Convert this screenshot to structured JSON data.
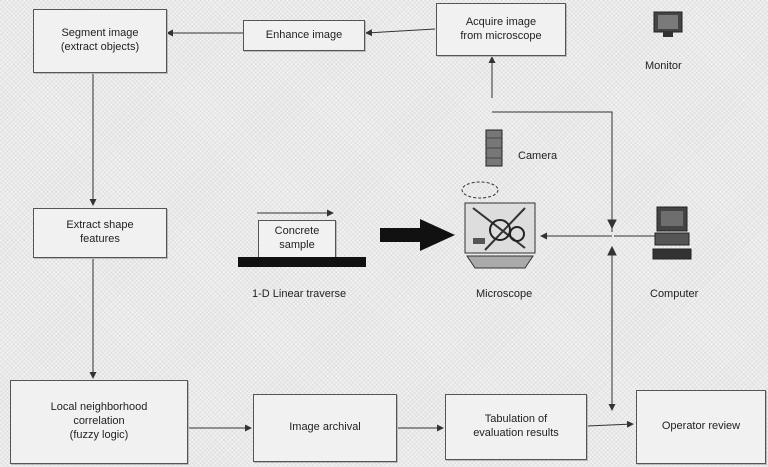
{
  "nodes": {
    "segment": [
      "Segment image",
      "(extract objects)"
    ],
    "enhance": [
      "Enhance image"
    ],
    "acquire": [
      "Acquire image",
      "from microscope"
    ],
    "extract": [
      "Extract shape",
      "features"
    ],
    "local": [
      "Local neighborhood",
      "correlation",
      "(fuzzy logic)"
    ],
    "archival": [
      "Image archival"
    ],
    "tabulation": [
      "Tabulation of",
      "evaluation results"
    ],
    "operator": [
      "Operator review"
    ],
    "sample": [
      "Concrete",
      "sample"
    ]
  },
  "labels": {
    "monitor": "Monitor",
    "camera": "Camera",
    "traverse": "1-D Linear traverse",
    "microscope": "Microscope",
    "computer": "Computer"
  },
  "icons": [
    "monitor-icon",
    "camera-icon",
    "microscope-icon",
    "computer-icon",
    "stage-icon",
    "large-arrow-icon"
  ]
}
